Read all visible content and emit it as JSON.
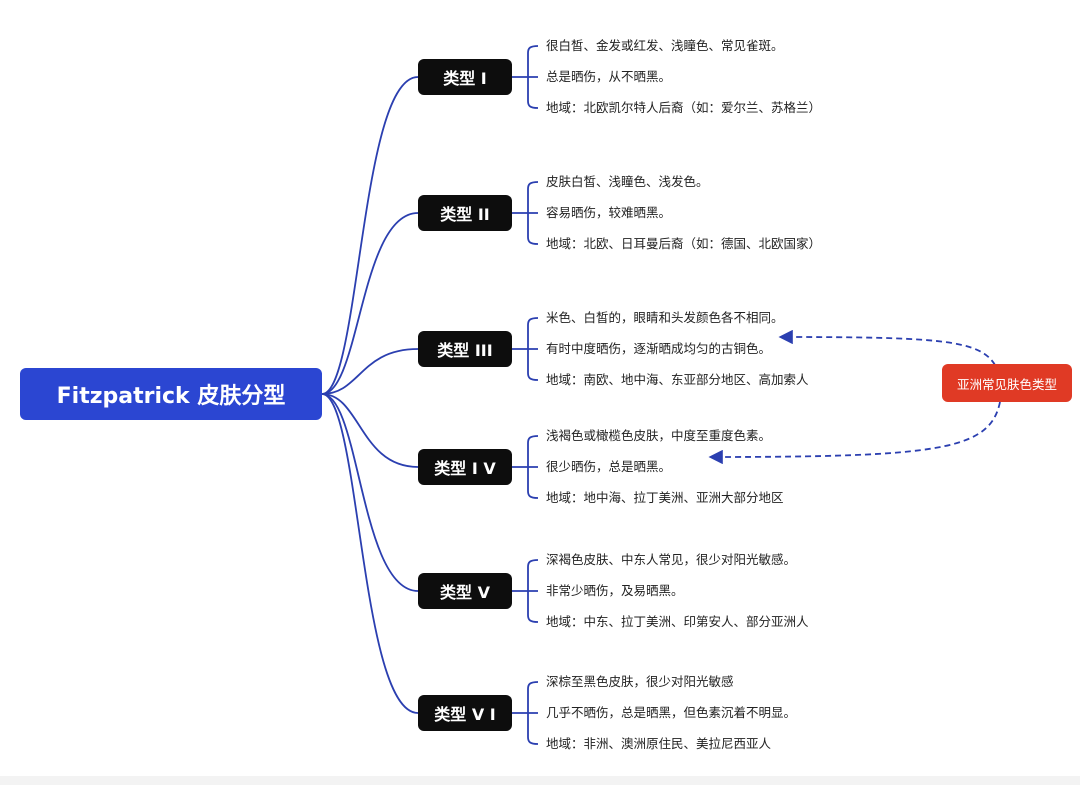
{
  "root": {
    "label": "Fitzpatrick 皮肤分型"
  },
  "colors": {
    "root": "#2b46d2",
    "type": "#0d0d0d",
    "tag": "#e03a25",
    "line": "#2b3fb0"
  },
  "types": [
    {
      "label": "类型 I",
      "items": [
        "很白皙、金发或红发、浅瞳色、常见雀斑。",
        "总是晒伤，从不晒黑。",
        "地域：北欧凯尔特人后裔（如：爱尔兰、苏格兰）"
      ]
    },
    {
      "label": "类型 II",
      "items": [
        "皮肤白皙、浅瞳色、浅发色。",
        "容易晒伤，较难晒黑。",
        "地域：北欧、日耳曼后裔（如：德国、北欧国家）"
      ]
    },
    {
      "label": "类型 III",
      "items": [
        "米色、白皙的，眼睛和头发颜色各不相同。",
        "有时中度晒伤，逐渐晒成均匀的古铜色。",
        "地域：南欧、地中海、东亚部分地区、高加索人"
      ]
    },
    {
      "label": "类型 I V",
      "items": [
        "浅褐色或橄榄色皮肤，中度至重度色素。",
        "很少晒伤，总是晒黑。",
        "地域：地中海、拉丁美洲、亚洲大部分地区"
      ]
    },
    {
      "label": "类型 V",
      "items": [
        "深褐色皮肤、中东人常见，很少对阳光敏感。",
        "非常少晒伤，及易晒黑。",
        "地域：中东、拉丁美洲、印第安人、部分亚洲人"
      ]
    },
    {
      "label": "类型 V I",
      "items": [
        "深棕至黑色皮肤，很少对阳光敏感",
        "几乎不晒伤，总是晒黑，但色素沉着不明显。",
        "地域：非洲、澳洲原住民、美拉尼西亚人"
      ]
    }
  ],
  "callout": {
    "label": "亚洲常见肤色类型"
  }
}
